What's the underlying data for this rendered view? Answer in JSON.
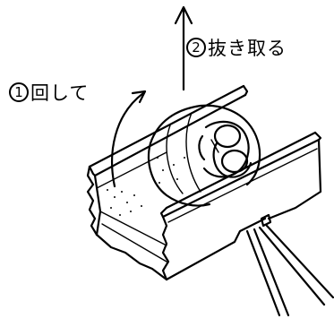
{
  "labels": {
    "step1": {
      "number": "1",
      "text": "回して"
    },
    "step2": {
      "number": "2",
      "text": "抜き取る"
    }
  },
  "colors": {
    "line": "#000000",
    "background": "#ffffff"
  },
  "icons": {
    "rotate_arrow": "curved-arrow-icon",
    "pull_arrow": "up-arrow-icon"
  }
}
